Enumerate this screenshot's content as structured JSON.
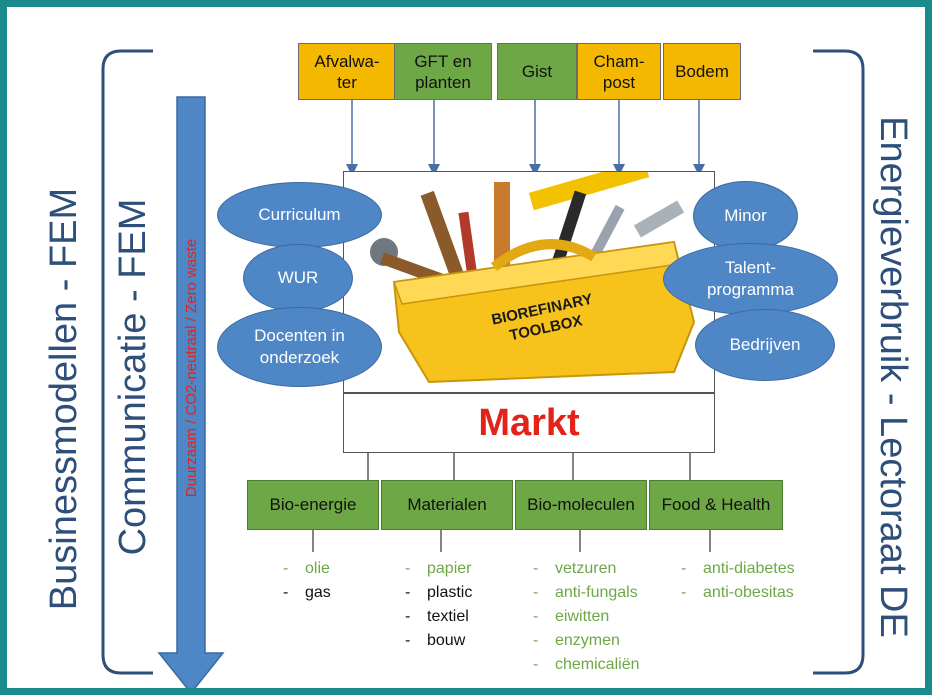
{
  "vertical": {
    "left_outer": "Businessmodellen - FEM",
    "left_inner": "Communicatie - FEM",
    "arrow_text": "Duurzaam / CO2-neutraal / Zero waste",
    "right_outer": "Energieverbruik - Lectoraat DE"
  },
  "sources": [
    {
      "label": "Afvalwa-\nter",
      "color": "#f5b800"
    },
    {
      "label": "GFT en\nplanten",
      "color": "#6ea846"
    },
    {
      "label": "Gist",
      "color": "#6ea846"
    },
    {
      "label": "Cham-\npost",
      "color": "#f5b800"
    },
    {
      "label": "Bodem",
      "color": "#f5b800"
    }
  ],
  "left_ellipses": [
    "Curriculum",
    "WUR",
    "Docenten in\nonderzoek"
  ],
  "right_ellipses": [
    "Minor",
    "Talent-\nprogramma",
    "Bedrijven"
  ],
  "toolbox_label": "BIOREFINARY\nTOOLBOX",
  "market": "Markt",
  "categories": [
    {
      "label": "Bio-energie",
      "items": [
        {
          "text": "olie",
          "color": "green"
        },
        {
          "text": "gas",
          "color": "black"
        }
      ]
    },
    {
      "label": "Materialen",
      "items": [
        {
          "text": "papier",
          "color": "green"
        },
        {
          "text": "plastic",
          "color": "black"
        },
        {
          "text": "textiel",
          "color": "black"
        },
        {
          "text": "bouw",
          "color": "black"
        }
      ]
    },
    {
      "label": "Bio-moleculen",
      "items": [
        {
          "text": "vetzuren",
          "color": "green"
        },
        {
          "text": "anti-fungals",
          "color": "green"
        },
        {
          "text": "eiwitten",
          "color": "green"
        },
        {
          "text": "enzymen",
          "color": "green"
        },
        {
          "text": "chemicaliën",
          "color": "green"
        }
      ]
    },
    {
      "label": "Food & Health",
      "items": [
        {
          "text": "anti-diabetes",
          "color": "green"
        },
        {
          "text": "anti-obesitas",
          "color": "green"
        }
      ]
    }
  ],
  "colors": {
    "frame": "#1a8a8c",
    "blue": "#4f86c6",
    "green": "#6ea846",
    "orange": "#f5b800",
    "red": "#e2231a",
    "navy_text": "#2e4f7a"
  }
}
